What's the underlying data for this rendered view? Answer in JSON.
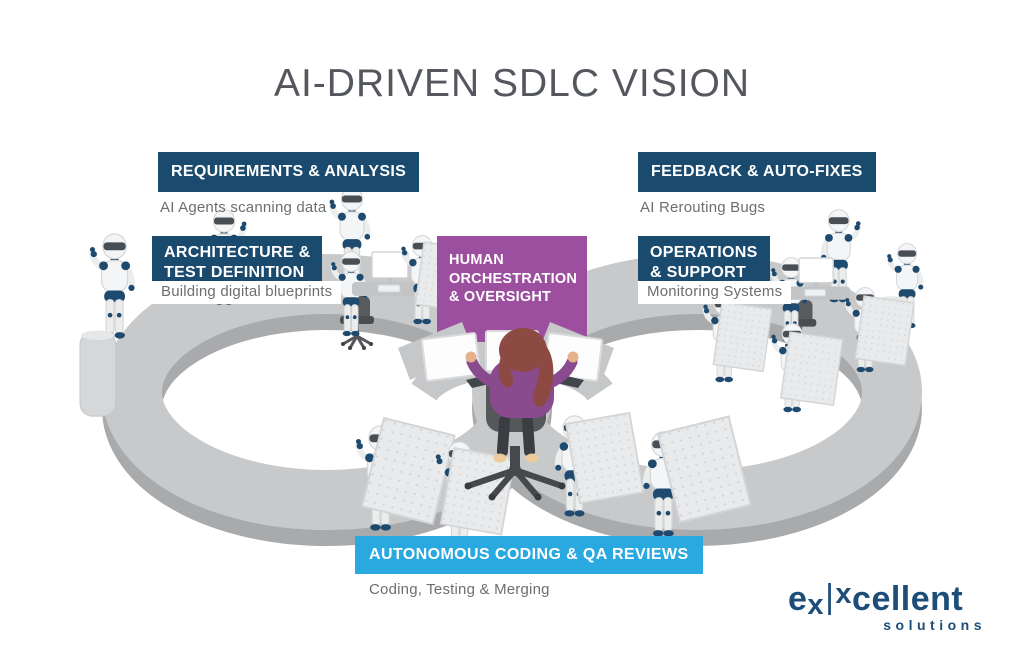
{
  "title": "AI-DRIVEN SDLC VISION",
  "stages": {
    "requirements": {
      "label": "REQUIREMENTS & ANALYSIS",
      "caption": "AI Agents scanning data"
    },
    "architecture": {
      "label": "ARCHITECTURE &\nTEST DEFINITION",
      "caption": "Building digital blueprints"
    },
    "human": {
      "label": "HUMAN\nORCHESTRATION\n& OVERSIGHT"
    },
    "feedback": {
      "label": "FEEDBACK & AUTO-FIXES",
      "caption": "AI Rerouting Bugs"
    },
    "operations": {
      "label": "OPERATIONS\n& SUPPORT",
      "caption": "Monitoring Systems"
    },
    "autonomous": {
      "label": "AUTONOMOUS CODING & QA REVIEWS",
      "caption": "Coding, Testing & Merging"
    }
  },
  "logo": {
    "word_start": "e",
    "x1": "x",
    "divider": "|",
    "x2": "x",
    "word_end": "cellent",
    "tagline": "solutions"
  },
  "colors": {
    "navy": "#1a4a6e",
    "purple": "#9c4f9e",
    "blue": "#2aa9e0",
    "caption": "#6d6e71",
    "title": "#54585e",
    "logo": "#1c4e79",
    "loop-light": "#c8c9cb",
    "loop-dark": "#a9aaac",
    "robot-accent": "#1d4a6e"
  },
  "scene": {
    "description": "Gray infinity loop with AI robots working at whiteboards, podiums and desks; human operator with triple-monitor workstation at the center crossing",
    "robot_count": 16
  }
}
